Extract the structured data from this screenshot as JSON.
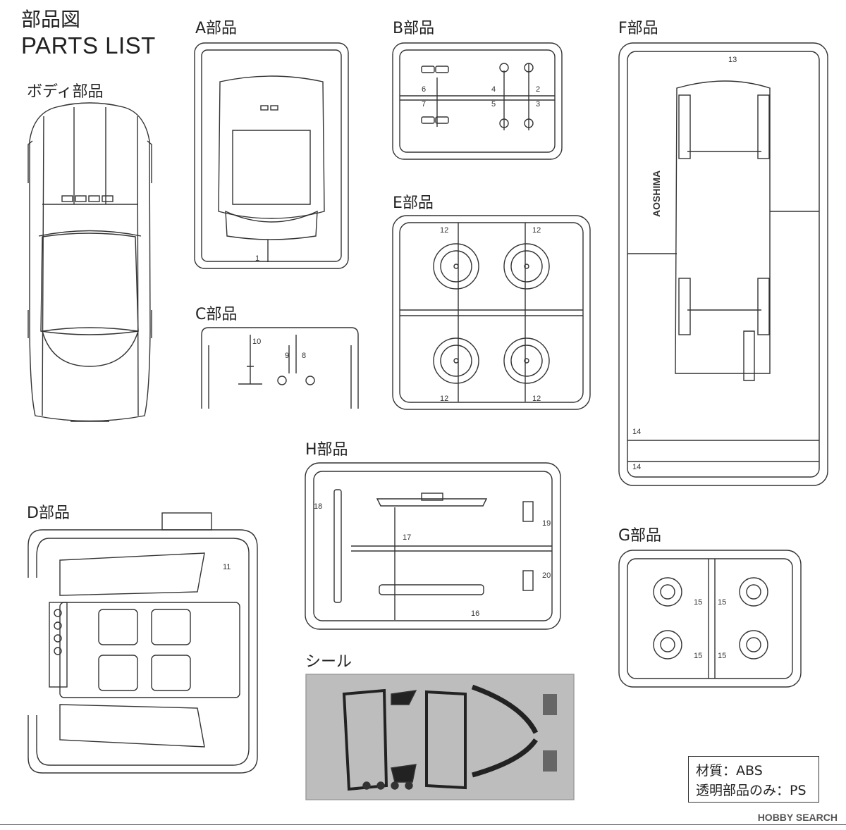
{
  "header": {
    "title_jp": "部品図",
    "title_en": "PARTS LIST"
  },
  "sections": {
    "body": "ボディ部品",
    "a": "A部品",
    "b": "B部品",
    "c": "C部品",
    "d": "D部品",
    "e": "E部品",
    "f": "F部品",
    "g": "G部品",
    "h": "H部品",
    "decal": "シール"
  },
  "part_numbers": {
    "a": [
      "1"
    ],
    "b": [
      "2",
      "3",
      "4",
      "5",
      "6",
      "7"
    ],
    "c": [
      "8",
      "9",
      "10"
    ],
    "d": [
      "11"
    ],
    "e": [
      "12",
      "12",
      "12",
      "12"
    ],
    "f": [
      "13",
      "14",
      "14"
    ],
    "g": [
      "15",
      "15",
      "15",
      "15"
    ],
    "h": [
      "16",
      "17",
      "18",
      "19",
      "20"
    ]
  },
  "chassis_logo": "AOSHIMA",
  "material": {
    "line1": "材質：ABS",
    "line2": "透明部品のみ：PS"
  },
  "watermark": "HOBBY SEARCH",
  "colors": {
    "line": "#333333",
    "paper": "#ffffff",
    "decal_bg": "#bdbdbd"
  }
}
